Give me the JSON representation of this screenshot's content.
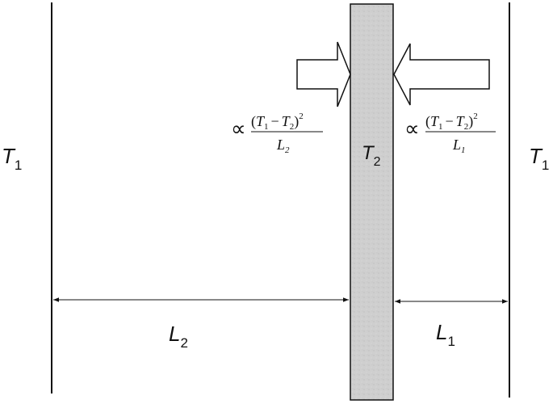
{
  "labels": {
    "left_region": {
      "main": "T",
      "sub": "1"
    },
    "right_region": {
      "main": "T",
      "sub": "1"
    },
    "slab": {
      "main": "T",
      "sub": "2"
    },
    "left_gap": {
      "main": "L",
      "sub": "2"
    },
    "right_gap": {
      "main": "L",
      "sub": "1"
    }
  },
  "flux": {
    "left": {
      "symbol": "∝",
      "numerator": {
        "open": "(",
        "t1": "T",
        "t1_sub": "1",
        "minus": "−",
        "t2": "T",
        "t2_sub": "2",
        "close": ")",
        "power": "2"
      },
      "denominator": {
        "main": "L",
        "sub": "2"
      }
    },
    "right": {
      "symbol": "∝",
      "numerator": {
        "open": "(",
        "t1": "T",
        "t1_sub": "1",
        "minus": "−",
        "t2": "T",
        "t2_sub": "2",
        "close": ")",
        "power": "2"
      },
      "denominator": {
        "main": "L",
        "sub": "1"
      }
    }
  },
  "colors": {
    "slab_fill": "#cfcfcf",
    "line": "#111111"
  },
  "icons": {
    "left_arrow": "arrow-right-icon",
    "right_arrow": "arrow-left-icon"
  }
}
